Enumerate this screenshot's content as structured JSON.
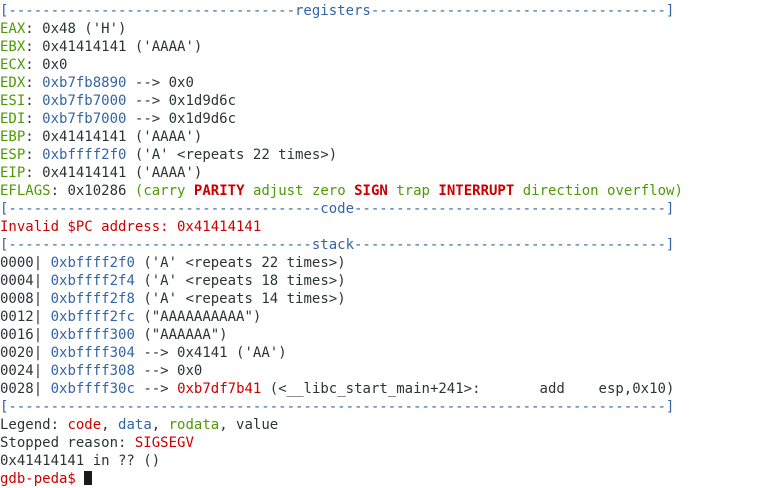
{
  "sections": {
    "registers": "[----------------------------------registers-----------------------------------]",
    "code": "[-------------------------------------code-------------------------------------]",
    "stack": "[------------------------------------stack-------------------------------------]",
    "bottom": "[------------------------------------------------------------------------------]"
  },
  "registers": {
    "eax": {
      "name": "EAX",
      "value": "0x48 ('H')"
    },
    "ebx": {
      "name": "EBX",
      "value": "0x41414141 ('AAAA')"
    },
    "ecx": {
      "name": "ECX",
      "value": "0x0"
    },
    "edx": {
      "name": "EDX",
      "addr": "0xb7fb8890",
      "deref": "--> 0x0"
    },
    "esi": {
      "name": "ESI",
      "addr": "0xb7fb7000",
      "deref": "--> 0x1d9d6c"
    },
    "edi": {
      "name": "EDI",
      "addr": "0xb7fb7000",
      "deref": "--> 0x1d9d6c"
    },
    "ebp": {
      "name": "EBP",
      "value": "0x41414141 ('AAAA')"
    },
    "esp": {
      "name": "ESP",
      "addr": "0xbffff2f0",
      "deref": "('A' <repeats 22 times>)"
    },
    "eip": {
      "name": "EIP",
      "value": "0x41414141 ('AAAA')"
    },
    "eflags": {
      "name": "EFLAGS",
      "value": "0x10286",
      "flags": {
        "open": "(",
        "carry": "carry",
        "parity": "PARITY",
        "adjust": "adjust",
        "zero": "zero",
        "sign": "SIGN",
        "trap": "trap",
        "interrupt": "INTERRUPT",
        "direction": "direction",
        "overflow": "overflow",
        "close": ")"
      }
    }
  },
  "code": {
    "message": "Invalid $PC address: 0x41414141"
  },
  "stack": [
    {
      "offset": "0000|",
      "addr": "0xbffff2f0",
      "rest": "('A' <repeats 22 times>)"
    },
    {
      "offset": "0004|",
      "addr": "0xbffff2f4",
      "rest": "('A' <repeats 18 times>)"
    },
    {
      "offset": "0008|",
      "addr": "0xbffff2f8",
      "rest": "('A' <repeats 14 times>)"
    },
    {
      "offset": "0012|",
      "addr": "0xbffff2fc",
      "rest": "(\"AAAAAAAAAA\")"
    },
    {
      "offset": "0016|",
      "addr": "0xbffff300",
      "rest": "(\"AAAAAA\")"
    },
    {
      "offset": "0020|",
      "addr": "0xbffff304",
      "rest": "--> 0x4141 ('AA')"
    },
    {
      "offset": "0024|",
      "addr": "0xbffff308",
      "rest": "--> 0x0"
    },
    {
      "offset": "0028|",
      "addr": "0xbffff30c",
      "arrow": "-->",
      "target": "0xb7df7b41",
      "rest": "(<__libc_start_main+241>:       add    esp,0x10)"
    }
  ],
  "legend": {
    "label": "Legend:",
    "code": "code",
    "data": "data",
    "rodata": "rodata",
    "value": "value"
  },
  "status": {
    "label": "Stopped reason:",
    "reason": "SIGSEGV",
    "frame": "0x41414141 in ?? ()",
    "prompt": "gdb-peda$"
  },
  "colors": {
    "register_name": "#4e9a06",
    "address": "#3465a4",
    "code": "#cc0000",
    "separator": "#3465a4",
    "text": "#2e3436"
  }
}
